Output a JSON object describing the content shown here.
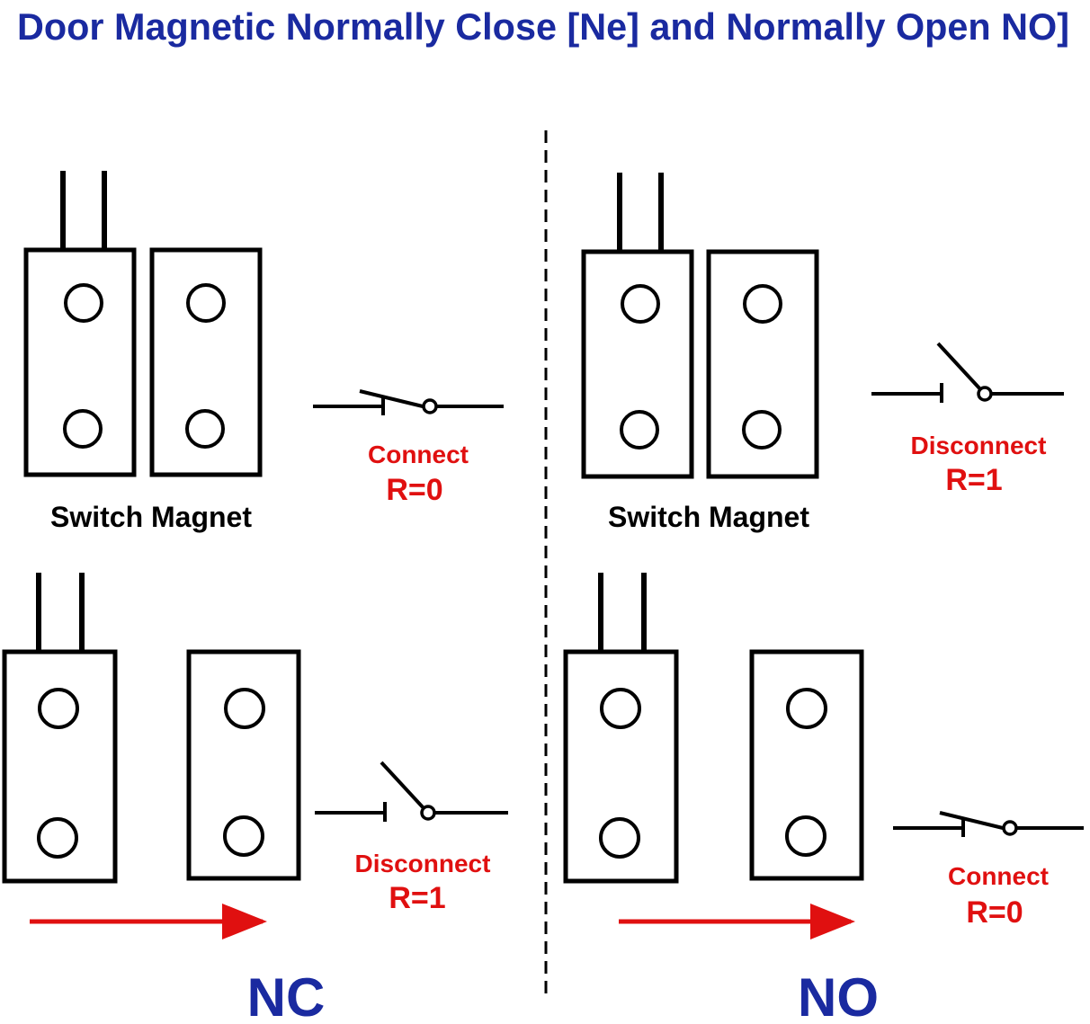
{
  "title": "Door Magnetic Normally Close [Ne] and Normally Open NO]",
  "colors": {
    "title": "#1a2aa0",
    "state": "#e01010",
    "line": "#000000",
    "arrow": "#e01010"
  },
  "panels": {
    "nc": {
      "footer": "NC",
      "closed": {
        "part_labels": "Switch Magnet",
        "state": "Connect",
        "resistance": "R=0"
      },
      "open": {
        "state": "Disconnect",
        "resistance": "R=1"
      }
    },
    "no": {
      "footer": "NO",
      "closed": {
        "part_labels": "Switch Magnet",
        "state": "Disconnect",
        "resistance": "R=1"
      },
      "open": {
        "state": "Connect",
        "resistance": "R=0"
      }
    }
  }
}
